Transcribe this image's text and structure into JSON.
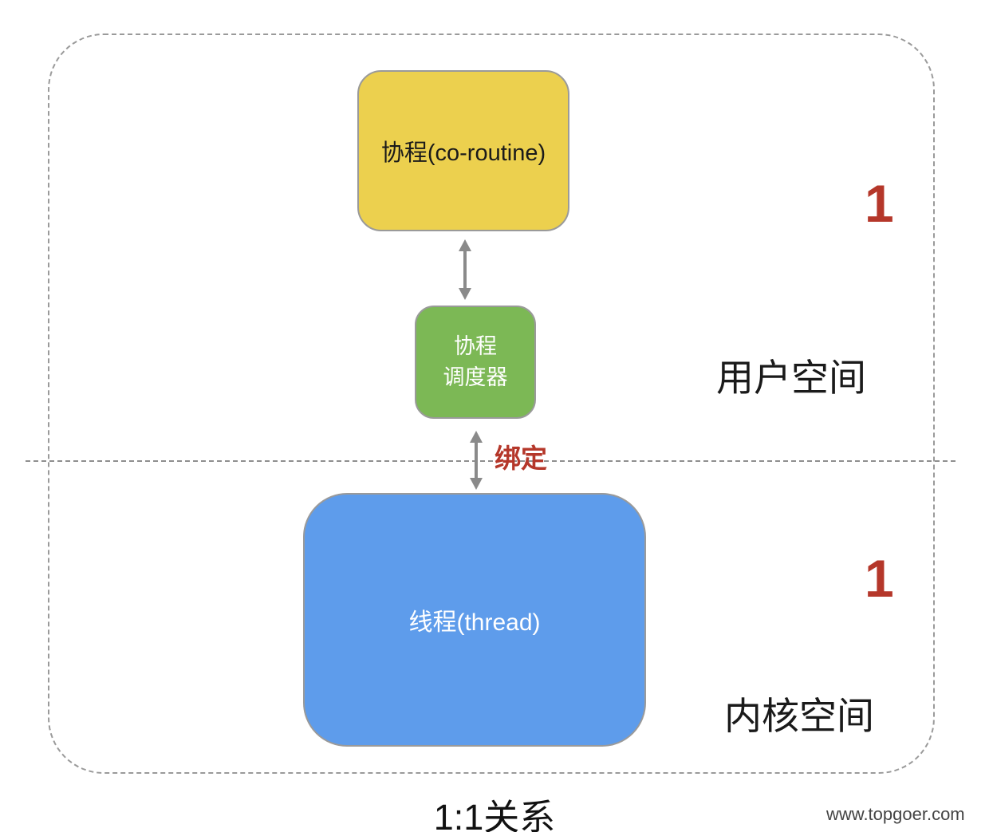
{
  "diagram": {
    "coroutine_box": {
      "label": "协程(co-routine)"
    },
    "scheduler_box": {
      "line1": "协程",
      "line2": "调度器"
    },
    "thread_box": {
      "label": "线程(thread)"
    },
    "binding_label": "绑定",
    "user_space": {
      "label": "用户空间",
      "count": "1"
    },
    "kernel_space": {
      "label": "内核空间",
      "count": "1"
    },
    "caption": "1:1关系",
    "watermark": "www.topgoer.com",
    "colors": {
      "coroutine_fill": "#ecd04e",
      "scheduler_fill": "#7cb855",
      "thread_fill": "#5e9ceb",
      "accent_red": "#b5372a",
      "dashed_border": "#9a9a9a",
      "arrow_gray": "#8a8a8a"
    }
  }
}
